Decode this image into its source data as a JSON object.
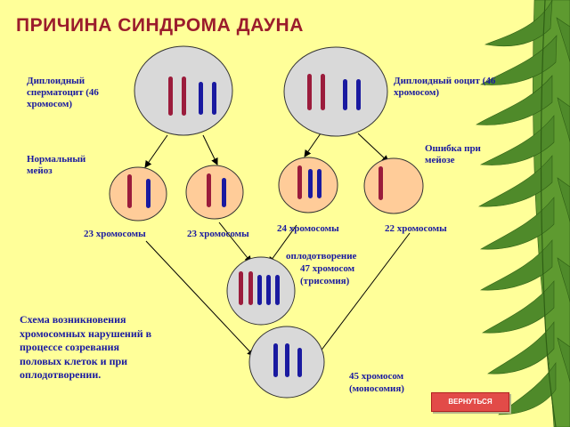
{
  "title": "ПРИЧИНА СИНДРОМА ДАУНА",
  "labels": {
    "spermatocyte": "Диплоидный сперматоцит (46 хромосом)",
    "oocyte": "Диплоидный ооцит (46 хромосом)",
    "normal_meiosis": "Нормальный мейоз",
    "meiosis_error": "Ошибка при мейозе",
    "c1": "23 хромосомы",
    "c2": "23 хромосомы",
    "c3": "24 хромосомы",
    "c4": "22 хромосомы",
    "fertilization": "оплодотворение",
    "trisomy_count": "47 хромосом",
    "trisomy": "(трисомия)",
    "monosomy_count": "45 хромосом",
    "monosomy": "(моносомия)"
  },
  "caption": "Схема возникновения хромосомных нарушений в процессе созревания половых клеток и при оплодотворении.",
  "button": {
    "label": "ВЕРНУТЬСЯ"
  },
  "colors": {
    "background": "#ffff99",
    "title": "#9b1c2c",
    "text": "#1a1aa0",
    "chromosome_red": "#9b1c3c",
    "chromosome_blue": "#1a1aa0",
    "parent_cell": "#d9d9d9",
    "gamete_cell": "#ffcc99",
    "button": "#e24b48"
  }
}
